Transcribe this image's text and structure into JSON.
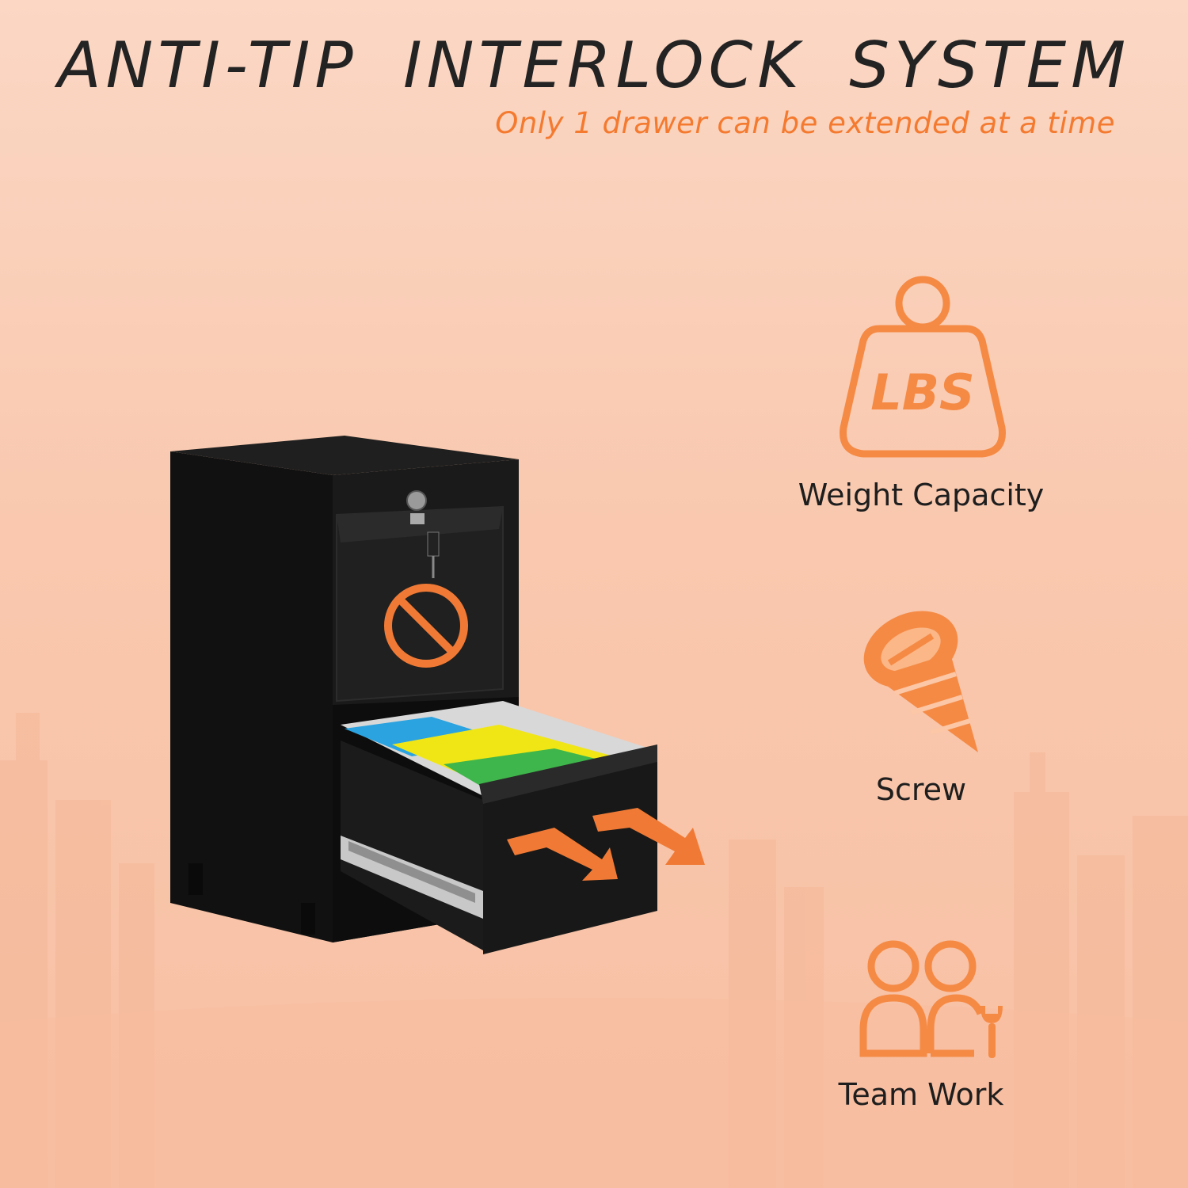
{
  "header": {
    "title": "ANTI-TIP  INTERLOCK  SYSTEM",
    "subtitle": "Only 1 drawer can be extended at a time"
  },
  "features": [
    {
      "label": "Weight Capacity",
      "icon": "weight-lbs-icon",
      "icon_text": "LBS"
    },
    {
      "label": "Screw",
      "icon": "screw-icon"
    },
    {
      "label": "Team Work",
      "icon": "team-work-icon"
    }
  ],
  "product": {
    "name": "black-2-drawer-filing-cabinet",
    "prohibited_icon": "no-entry-icon",
    "arrow_icon": "pull-out-arrow-icon"
  },
  "colors": {
    "accent": "#f47a2f",
    "icon_orange": "#f58a45",
    "cabinet": "#141414",
    "background": "#f9cbb3"
  }
}
